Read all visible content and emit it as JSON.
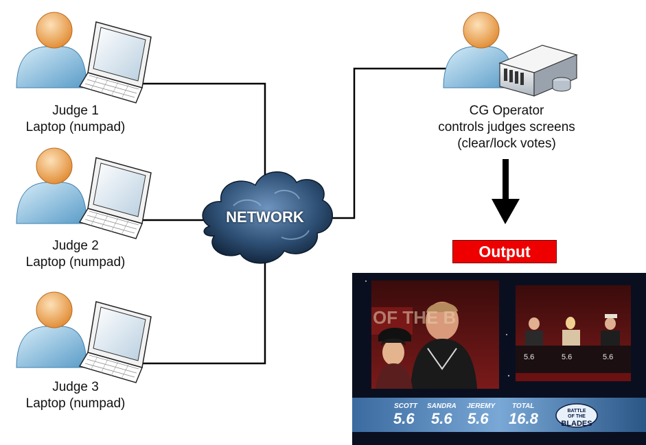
{
  "judges": [
    {
      "name": "Judge 1",
      "device": "Laptop (numpad)"
    },
    {
      "name": "Judge 2",
      "device": "Laptop (numpad)"
    },
    {
      "name": "Judge 3",
      "device": "Laptop (numpad)"
    }
  ],
  "network": {
    "label": "NETWORK"
  },
  "operator": {
    "line1": "CG Operator",
    "line2": "controls judges screens",
    "line3": "(clear/lock votes)"
  },
  "output": {
    "label": "Output"
  },
  "broadcast": {
    "scoreboard": [
      {
        "name": "SCOTT",
        "score": "5.6"
      },
      {
        "name": "SANDRA",
        "score": "5.6"
      },
      {
        "name": "JEREMY",
        "score": "5.6"
      },
      {
        "name": "TOTAL",
        "score": "16.8"
      }
    ],
    "panel_scores": [
      "5.6",
      "5.6",
      "5.6"
    ],
    "logo": {
      "line1": "BATTLE",
      "line2": "OF THE",
      "line3": "BLADES"
    },
    "backdrop_text": "OF THE B"
  },
  "colors": {
    "output_badge": "#ee0000",
    "person_body": "#8fc6e6",
    "person_head": "#f0a050",
    "cloud": "#2b4a6e"
  }
}
